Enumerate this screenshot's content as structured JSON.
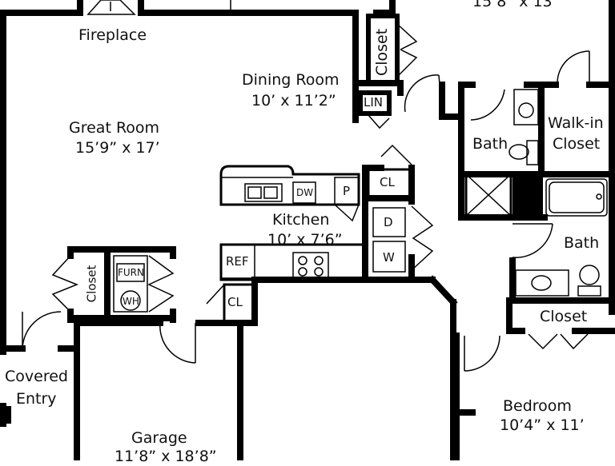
{
  "rooms": {
    "fireplace": "Fireplace",
    "dining_name": "Dining Room",
    "dining_size": "10’ x 11’2”",
    "great_name": "Great Room",
    "great_size": "15’9” x 17’",
    "top_right_size": "15’8” x 13’",
    "kitchen_name": "Kitchen",
    "kitchen_size": "10’ x 7’6”",
    "bath_upper": "Bath",
    "walkin_1": "Walk-in",
    "walkin_2": "Closet",
    "bath_lower": "Bath",
    "bedroom_name": "Bedroom",
    "bedroom_size": "10’4” x 11’",
    "garage_name": "Garage",
    "garage_size": "11’8” x 18’8”",
    "covered_1": "Covered",
    "covered_2": "Entry"
  },
  "fixtures": {
    "closet_dining": "Closet",
    "lin": "LIN",
    "cl_kitchen": "CL",
    "pantry": "P",
    "dw": "DW",
    "dryer": "D",
    "washer": "W",
    "ref": "REF",
    "closet_garage_side": "Closet",
    "furn": "FURN",
    "wh": "WH",
    "cl_entry": "CL",
    "closet_bedroom": "Closet"
  },
  "colors": {
    "wall": "#000000",
    "background": "#ffffff"
  }
}
